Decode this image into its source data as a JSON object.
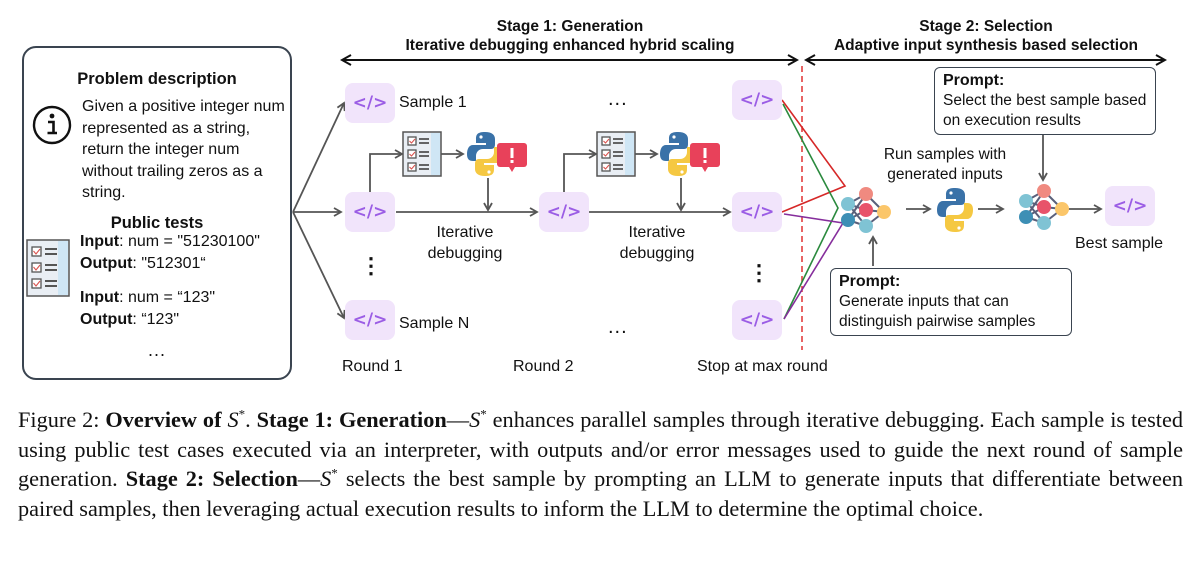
{
  "problem": {
    "title": "Problem description",
    "description": "Given a positive integer num represented as a string, return the integer num without trailing zeros as a string.",
    "info_icon": "info-circle-icon",
    "tests_title": "Public tests",
    "checklist_icon": "checklist-icon",
    "tests": [
      {
        "input_label": "Input",
        "input_value": ": num = \"51230100\"",
        "output_label": "Output",
        "output_value": ": \"512301“"
      },
      {
        "input_label": "Input",
        "input_value": ": num = “123\"",
        "output_label": "Output",
        "output_value": ": “123\""
      }
    ],
    "ellipsis": "..."
  },
  "stage1": {
    "title": "Stage 1: Generation",
    "subtitle": "Iterative debugging enhanced hybrid scaling",
    "sample_first": "Sample 1",
    "sample_last": "Sample N",
    "iterative_label_1": "Iterative debugging",
    "iterative_label_2": "Iterative debugging",
    "vertical_ellipsis": "⋮",
    "horizontal_ellipsis": "...",
    "rounds": [
      "Round 1",
      "Round 2",
      "Stop at max round"
    ],
    "code_icon_glyph": "</>"
  },
  "stage2": {
    "title": "Stage 2: Selection",
    "subtitle": "Adaptive input synthesis based selection",
    "prompt_top": {
      "title": "Prompt:",
      "text": "Select the best sample based on execution results"
    },
    "prompt_bottom": {
      "title": "Prompt:",
      "text": "Generate inputs that can distinguish pairwise samples"
    },
    "run_label": "Run samples with generated inputs",
    "best_sample_label": "Best sample"
  },
  "colors": {
    "code_tile_bg": "#f1e4fb",
    "code_glyph": "#9b5de5",
    "arrow": "#555555",
    "divider": "#e03131",
    "line_red": "#d62828",
    "line_green": "#2b8a3e",
    "line_purple": "#862e9c",
    "python_blue": "#3a72a8",
    "python_yellow": "#f5c842",
    "alert": "#e8415a"
  },
  "caption": {
    "fig_label": "Figure 2: ",
    "bold_1": "Overview of ",
    "s_star": "S",
    "star": "*",
    "period": ". ",
    "bold_2": "Stage 1: Generation",
    "dash": "—",
    "text_1": " enhances parallel samples through iterative debugging. Each sample is tested using public test cases executed via an interpreter, with outputs and/or error messages used to guide the next round of sample generation. ",
    "bold_3": "Stage 2: Selection",
    "text_2": " selects the best sample by prompting an LLM to generate inputs that differentiate between paired samples, then leveraging actual execution results to inform the LLM to determine the optimal choice."
  }
}
